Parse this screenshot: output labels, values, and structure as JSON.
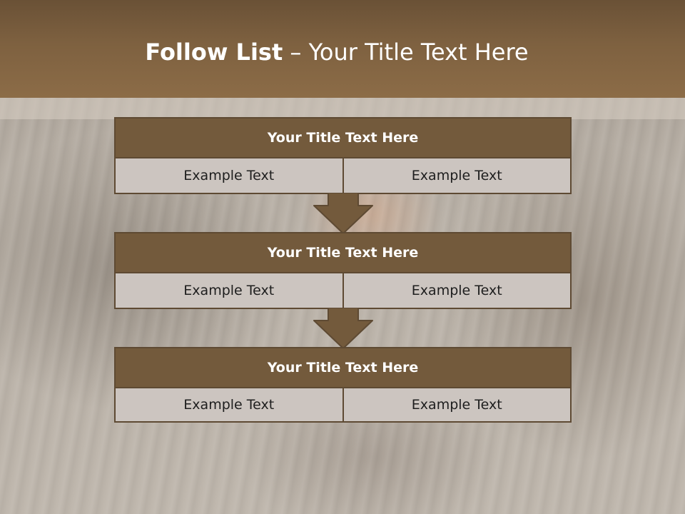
{
  "header": {
    "title_bold": "Follow List",
    "title_rest": " – Your Title Text Here"
  },
  "blocks": [
    {
      "title": "Your Title Text Here",
      "left": "Example Text",
      "right": "Example Text"
    },
    {
      "title": "Your Title Text Here",
      "left": "Example Text",
      "right": "Example Text"
    },
    {
      "title": "Your Title Text Here",
      "left": "Example Text",
      "right": "Example Text"
    }
  ],
  "colors": {
    "header": "#7e6140",
    "box_header": "#735a3c",
    "border": "#5e4a33",
    "cell": "#ccc5c0"
  },
  "icons": [
    "down-arrow-icon",
    "down-arrow-icon"
  ]
}
